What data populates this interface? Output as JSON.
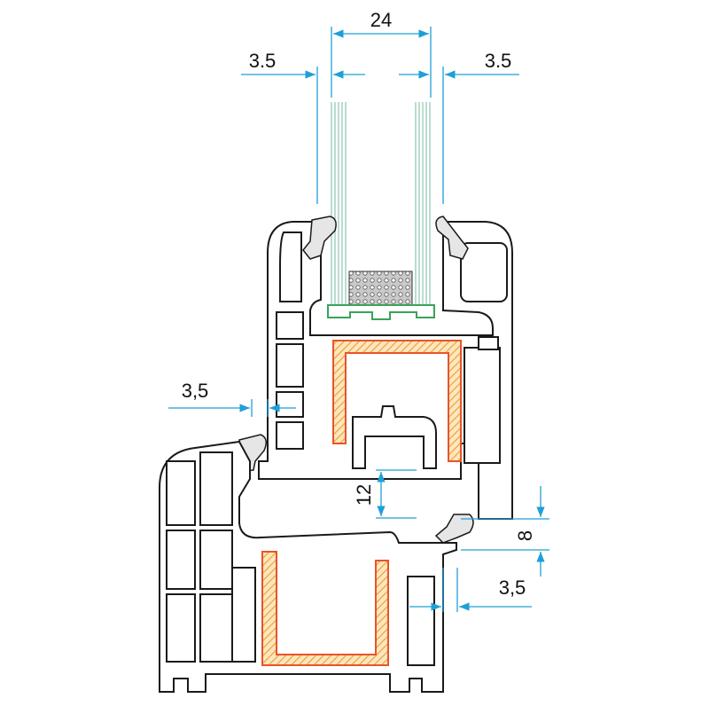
{
  "dimensions": {
    "glass_gap": "24",
    "left_glass": "3.5",
    "right_glass": "3.5",
    "left_sash": "3,5",
    "vertical_12": "12",
    "vertical_8": "8",
    "bottom_right": "3,5"
  },
  "colors": {
    "outline": "#1a1a1a",
    "dimension_line": "#1f9fd8",
    "reinforcement": "#e8542b",
    "hatch": "#f2b23a",
    "spacer": "#3aa35a",
    "glass": "#a9d4c4"
  }
}
